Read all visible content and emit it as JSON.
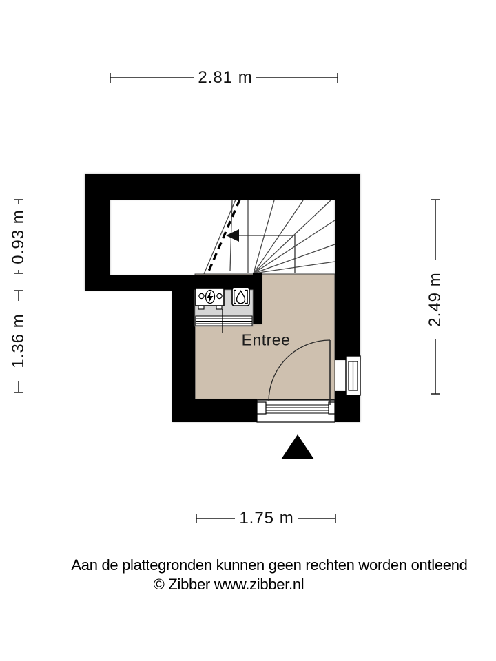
{
  "plan": {
    "room_label": "Entree",
    "dimensions": {
      "width_top": "2.81 m",
      "height_left_upper": "0.93 m",
      "height_left_lower": "1.36 m",
      "height_right": "2.49 m",
      "width_bottom": "1.75 m"
    },
    "colors": {
      "wall": "#000000",
      "floor": "#cec0af",
      "cupboard": "#d6d6d6",
      "line": "#3a3a3a"
    },
    "icons": {
      "electric_meter": "electric-meter-icon",
      "boiler": "boiler-icon",
      "stair_direction": "stair-direction-arrow-icon",
      "entrance_marker": "entrance-arrow-icon",
      "window": "window-icon",
      "door": "door-swing-icon"
    }
  },
  "footer": {
    "disclaimer": "Aan de plattegronden kunnen geen rechten worden ontleend",
    "copyright": "© Zibber www.zibber.nl"
  }
}
